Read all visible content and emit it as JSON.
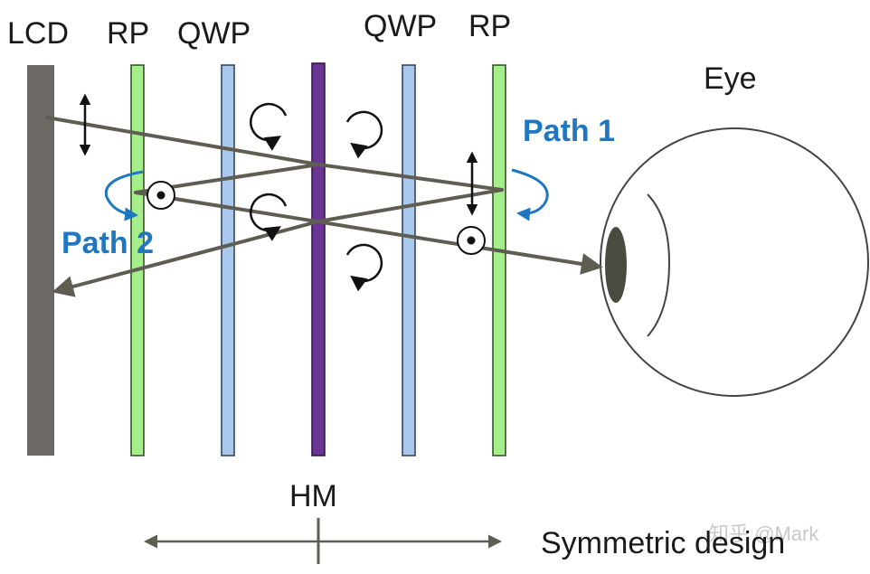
{
  "labels": {
    "lcd": "LCD",
    "rp_left": "RP",
    "qwp_left": "QWP",
    "qwp_right": "QWP",
    "rp_right": "RP",
    "eye": "Eye",
    "hm": "HM",
    "path1": "Path 1",
    "path2": "Path 2",
    "symmetric": "Symmetric design",
    "watermark": "知乎 @Mark"
  },
  "colors": {
    "lcd": "#6b6866",
    "rp": "#a6ee8c",
    "qwp": "#a9c8ec",
    "hm": "#6a3595",
    "ray": "#5f5d52",
    "path_accent": "#1f77c2",
    "text": "#1a1a1a"
  },
  "icons": {
    "pol_vertical": "vertical-double-arrow-icon",
    "pol_dot": "dot-in-circle-icon",
    "rot_cw": "clockwise-circular-arrow-icon",
    "rot_ccw": "counterclockwise-circular-arrow-icon"
  }
}
